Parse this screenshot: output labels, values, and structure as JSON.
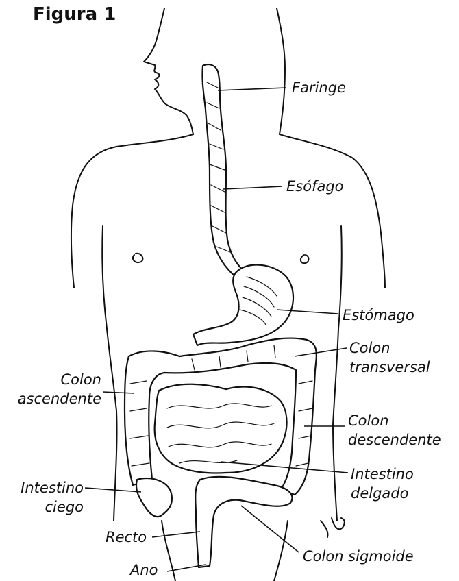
{
  "title": "Figura 1",
  "labels": {
    "faringe": "Faringe",
    "esofago": "Esófago",
    "estomago": "Estómago",
    "colon_transversal_1": "Colon",
    "colon_transversal_2": "transversal",
    "colon_ascendente_1": "Colon",
    "colon_ascendente_2": "ascendente",
    "colon_descendente_1": "Colon",
    "colon_descendente_2": "descendente",
    "intestino_delgado_1": "Intestino",
    "intestino_delgado_2": "delgado",
    "intestino_ciego_1": "Intestino",
    "intestino_ciego_2": "ciego",
    "recto": "Recto",
    "colon_sigmoide": "Colon sigmoide",
    "ano": "Ano"
  }
}
